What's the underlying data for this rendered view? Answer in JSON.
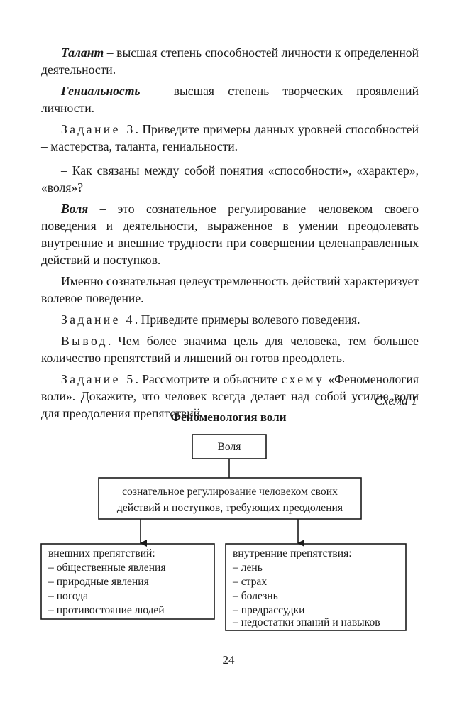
{
  "paragraphs": {
    "talent_term": "Талант",
    "talent_text": " – высшая степень способностей личности к определенной деятельности.",
    "genius_term": "Гениальность",
    "genius_text": " – высшая степень творческих проявлений личности.",
    "task3_label": "Задание 3",
    "task3_text": ". Приведите примеры данных уровней способностей – мастерства, таланта, гениальности.",
    "question_text": "– Как связаны между собой понятия «способности», «характер», «воля»?",
    "will_term": "Воля",
    "will_text": " – это сознательное регулирование человеком своего поведения и деятельности, выраженное в умении преодолевать внутренние и внешние трудности при совершении целенаправленных действий и поступков.",
    "purpose_text": "Именно сознательная целеустремленность действий характеризует волевое поведение.",
    "task4_label": "Задание 4",
    "task4_text": ". Приведите примеры волевого поведения.",
    "conclusion_label": "Вывод",
    "conclusion_text": ". Чем более значима цель для человека, тем большее количество препятствий и лишений он готов преодолеть.",
    "task5_label": "Задание 5",
    "task5_text_a": ". Рассмотрите и объясните ",
    "task5_scheme_word": "схему",
    "task5_text_b": " «Феноменология воли». Докажите, что человек всегда делает над собой усилие воли для преодоления препятствий."
  },
  "scheme": {
    "label": "Схема 1",
    "title": "Феноменология воли",
    "top_box": "Воля",
    "middle_box": [
      "сознательное регулирование человеком своих",
      "действий и поступков, требующих преодоления"
    ],
    "left_box": [
      "внешних препятствий:",
      "– общественные явления",
      "– природные явления",
      "– погода",
      "– противостояние людей"
    ],
    "right_box": [
      "внутренние препятствия:",
      "– лень",
      "– страх",
      "– болезнь",
      "– предрассудки",
      "– недостатки знаний и навыков"
    ]
  },
  "page_number": "24"
}
